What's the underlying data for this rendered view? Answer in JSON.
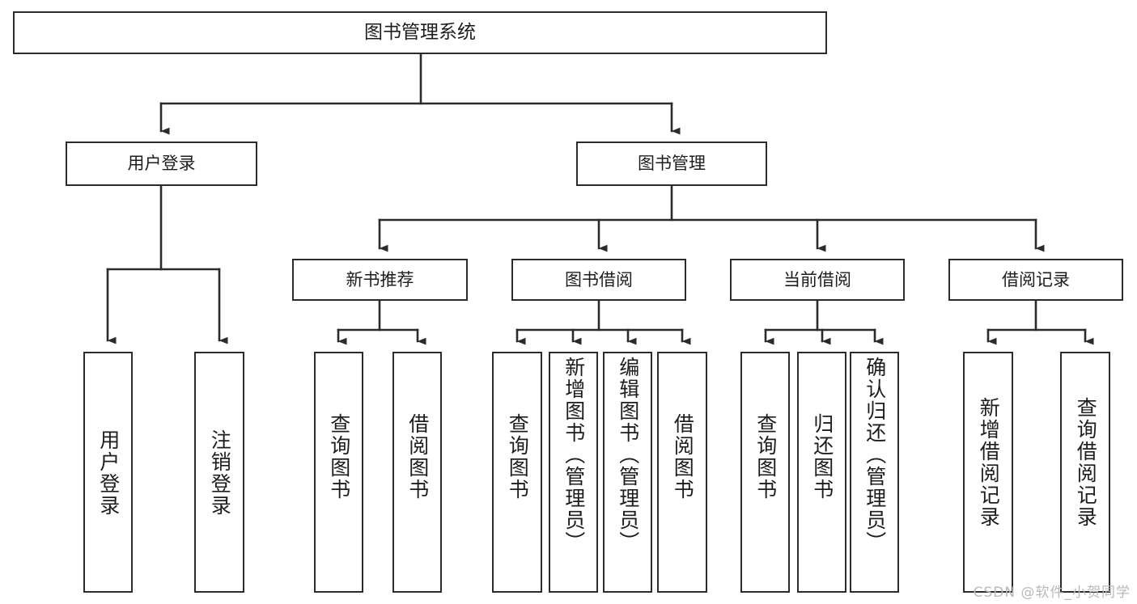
{
  "diagram": {
    "title": "图书管理系统",
    "watermark": "CSDN @软件_小贺同学",
    "colors": {
      "box_border": "#2b2b2b",
      "box_fill": "#ffffff",
      "edge": "#2b2b2b",
      "text": "#1d1d1d",
      "watermark": "#b9b9b9"
    },
    "root": {
      "label": "图书管理系统"
    },
    "level2": [
      {
        "id": "login",
        "label": "用户登录"
      },
      {
        "id": "bookmgmt",
        "label": "图书管理"
      }
    ],
    "level3": [
      {
        "id": "newrec",
        "label": "新书推荐",
        "parent": "bookmgmt"
      },
      {
        "id": "borrow",
        "label": "图书借阅",
        "parent": "bookmgmt"
      },
      {
        "id": "current",
        "label": "当前借阅",
        "parent": "bookmgmt"
      },
      {
        "id": "records",
        "label": "借阅记录",
        "parent": "bookmgmt"
      }
    ],
    "leaves": [
      {
        "id": "a1",
        "label": "用户登录",
        "parent": "login"
      },
      {
        "id": "a2",
        "label": "注销登录",
        "parent": "login"
      },
      {
        "id": "b1",
        "label": "查询图书",
        "parent": "newrec"
      },
      {
        "id": "b2",
        "label": "借阅图书",
        "parent": "newrec"
      },
      {
        "id": "c1",
        "label": "查询图书",
        "parent": "borrow"
      },
      {
        "id": "c2",
        "label": "新增图书（管理员）",
        "parent": "borrow"
      },
      {
        "id": "c3",
        "label": "编辑图书（管理员）",
        "parent": "borrow"
      },
      {
        "id": "c4",
        "label": "借阅图书",
        "parent": "borrow"
      },
      {
        "id": "d1",
        "label": "查询图书",
        "parent": "current"
      },
      {
        "id": "d2",
        "label": "归还图书",
        "parent": "current"
      },
      {
        "id": "d3",
        "label": "确认归还（管理员）",
        "parent": "current"
      },
      {
        "id": "e1",
        "label": "新增借阅记录",
        "parent": "records"
      },
      {
        "id": "e2",
        "label": "查询借阅记录",
        "parent": "records"
      }
    ]
  }
}
